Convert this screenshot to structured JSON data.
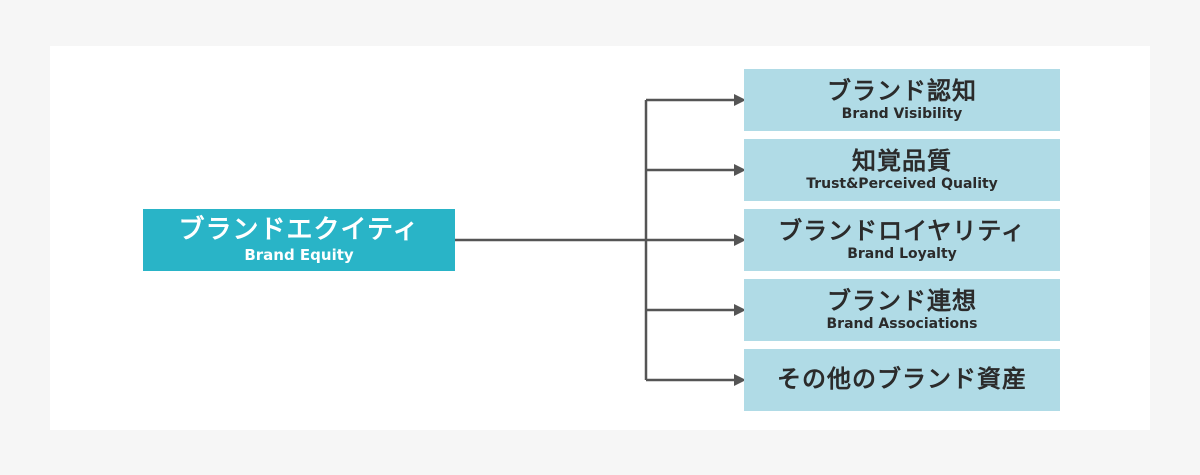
{
  "page": {
    "background_color": "#f6f6f6",
    "card_color": "#ffffff"
  },
  "colors": {
    "root_box": "#29b4c7",
    "root_text": "#ffffff",
    "child_box": "#b0dbe6",
    "child_text": "#2b2b2b",
    "connector_line": "#555555"
  },
  "diagram": {
    "type": "tree",
    "root": {
      "ja": "ブランドエクイティ",
      "en": "Brand Equity"
    },
    "children": [
      {
        "ja": "ブランド認知",
        "en": "Brand Visibility"
      },
      {
        "ja": "知覚品質",
        "en": "Trust&Perceived Quality"
      },
      {
        "ja": "ブランドロイヤリティ",
        "en": "Brand Loyalty"
      },
      {
        "ja": "ブランド連想",
        "en": "Brand Associations"
      },
      {
        "ja": "その他のブランド資産"
      }
    ]
  }
}
